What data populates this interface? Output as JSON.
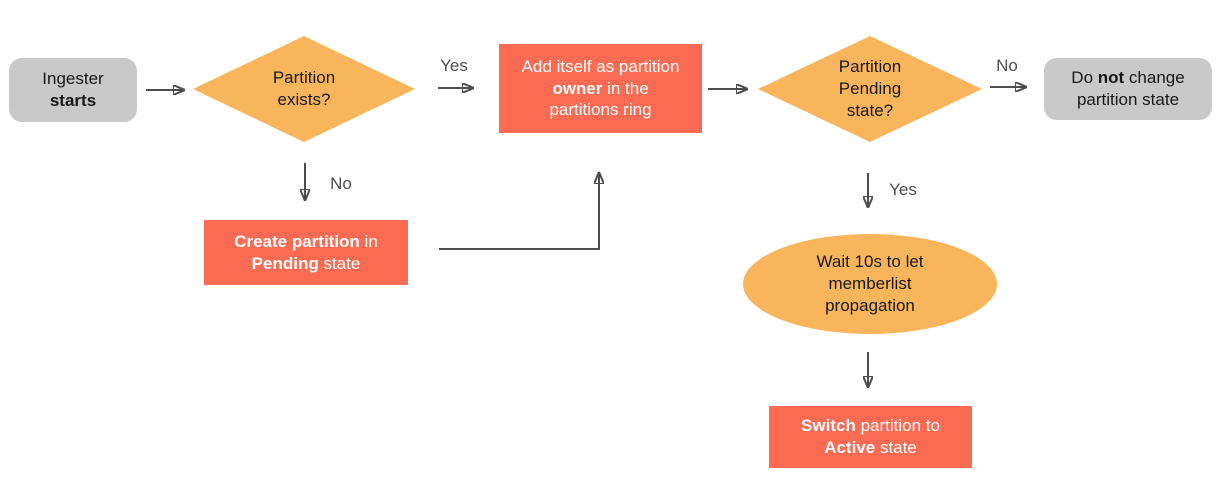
{
  "diagram": {
    "title": "ingester-partition-lifecycle-flowchart",
    "colors": {
      "decision_fill": "#F9B55C",
      "process_fill": "#FB6B53",
      "terminal_fill": "#C9C9C9",
      "process_text": "#FFFFFF",
      "dark_text": "#17171A",
      "arrow": "#4D4D4D",
      "canvas_bg": "#FFFFFF"
    },
    "nodes": {
      "ingester_starts": {
        "part1": "Ingester",
        "part2": "starts"
      },
      "partition_exists": {
        "line1": "Partition",
        "line2": "exists?"
      },
      "add_owner": {
        "part1": "Add itself as partition",
        "part2": "owner",
        "part3": " in the",
        "part4": "partitions ring"
      },
      "partition_pending": {
        "line1": "Partition",
        "line2": "Pending",
        "line3": "state?"
      },
      "do_not_change": {
        "part1": "Do ",
        "part2": "not",
        "part3": " change",
        "part4": "partition state"
      },
      "create_partition": {
        "part1": "Create partition",
        "part2": " in",
        "part3": "Pending",
        "part4": " state"
      },
      "wait_10s": {
        "line1": "Wait 10s to let",
        "line2": "memberlist",
        "line3": "propagation"
      },
      "switch_active": {
        "part1": "Switch",
        "part2": " partition to",
        "part3": "Active",
        "part4": " state"
      }
    },
    "edge_labels": {
      "exists_yes": "Yes",
      "exists_no": "No",
      "pending_yes": "Yes",
      "pending_no": "No"
    }
  }
}
